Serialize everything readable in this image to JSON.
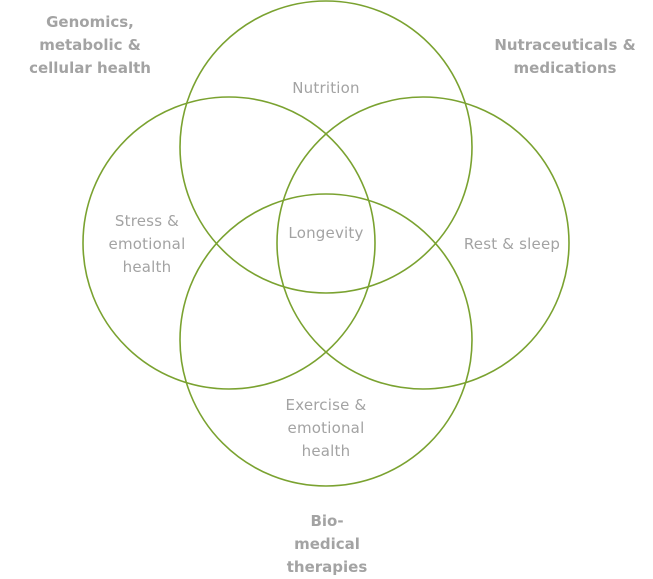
{
  "diagram": {
    "circles": {
      "nutrition": "Nutrition",
      "stress": "Stress &\nemotional\nhealth",
      "rest": "Rest & sleep",
      "exercise": "Exercise &\nemotional\nhealth"
    },
    "center": "Longevity",
    "corners": {
      "top_left": "Genomics,\nmetabolic &\ncellular health",
      "top_right": "Nutraceuticals &\nmedications",
      "bottom": "Bio-\nmedical\ntherapies"
    },
    "stroke_color": "#7aa230",
    "text_color": "#a3a3a3"
  }
}
